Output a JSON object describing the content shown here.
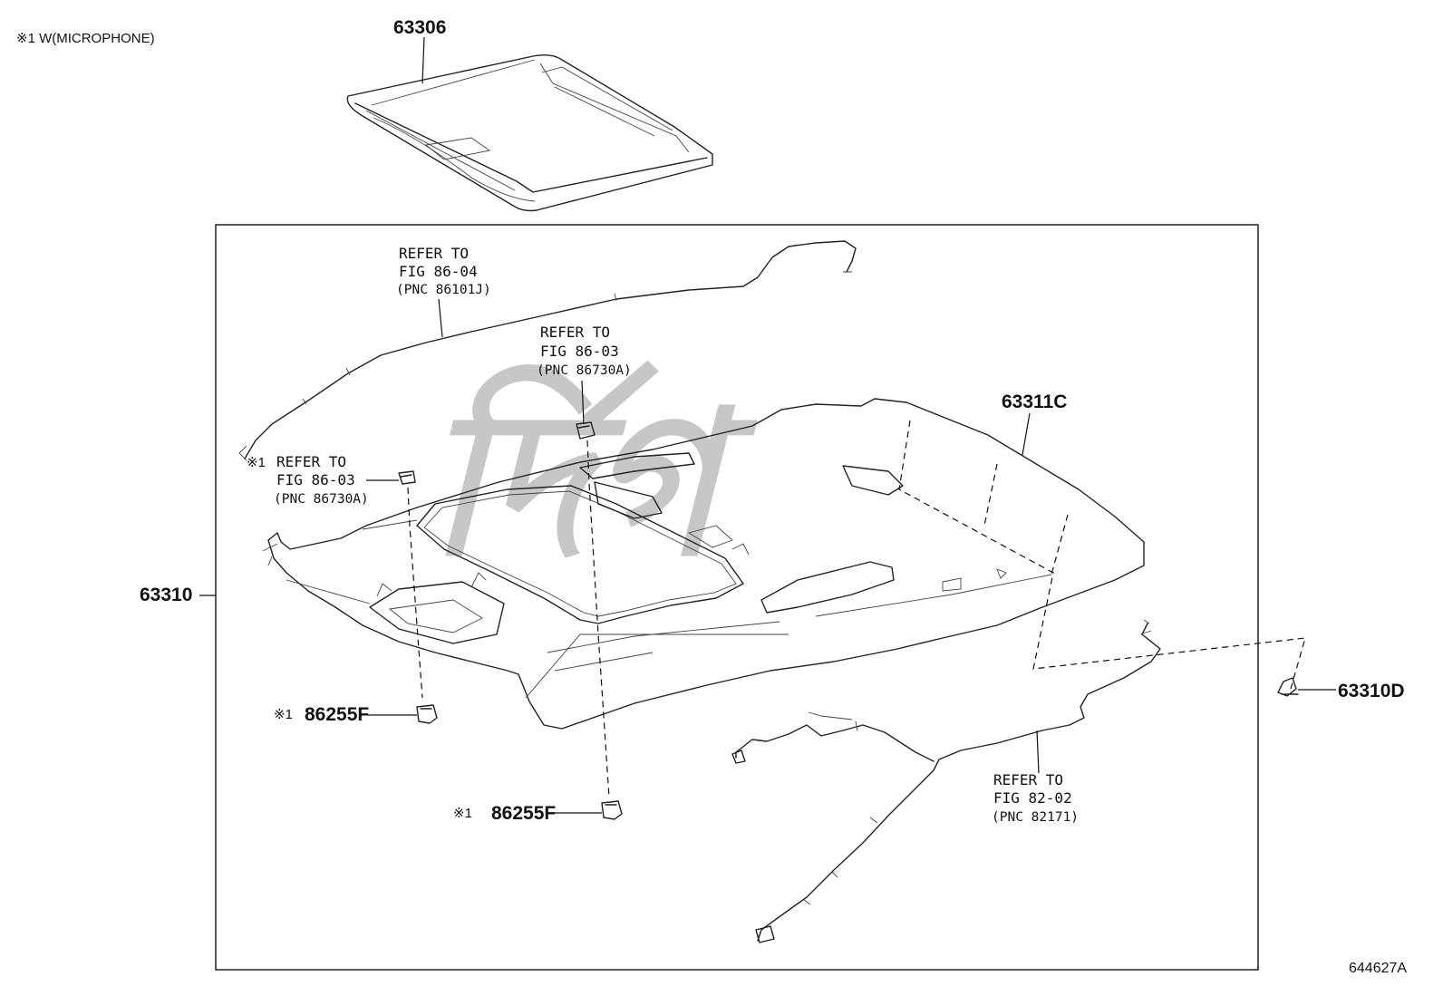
{
  "legend_note": "※1 W(MICROPHONE)",
  "drawing_code": "644627A",
  "watermark": "ৰ্দিগ",
  "parts": {
    "p63306": "63306",
    "p63310": "63310",
    "p63311C": "63311C",
    "p63310D": "63310D",
    "p86255F_a": "86255F",
    "p86255F_b": "86255F",
    "mark_a": "※1",
    "mark_b": "※1",
    "mark_c": "※1"
  },
  "refs": {
    "r1": {
      "line1": "REFER TO",
      "line2": "FIG 86-04",
      "line3": "(PNC 86101J)"
    },
    "r2": {
      "line1": "REFER TO",
      "line2": "FIG 86-03",
      "line3": "(PNC 86730A)"
    },
    "r3": {
      "line1": "REFER TO",
      "line2": "FIG 86-03",
      "line3": "(PNC 86730A)"
    },
    "r4": {
      "line1": "REFER TO",
      "line2": "FIG 82-02",
      "line3": "(PNC 82171)"
    }
  }
}
